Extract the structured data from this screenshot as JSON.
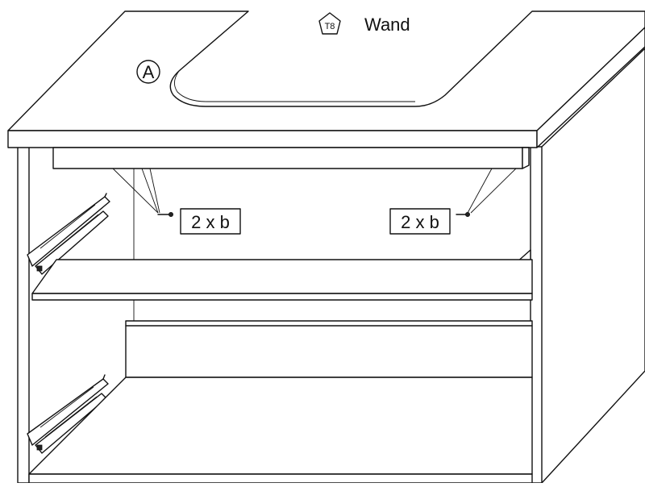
{
  "diagram": {
    "wall_label": "Wand",
    "wall_badge": "T8",
    "part_marker": "A",
    "screw_callout_left": "2 x b",
    "screw_callout_right": "2 x b"
  }
}
